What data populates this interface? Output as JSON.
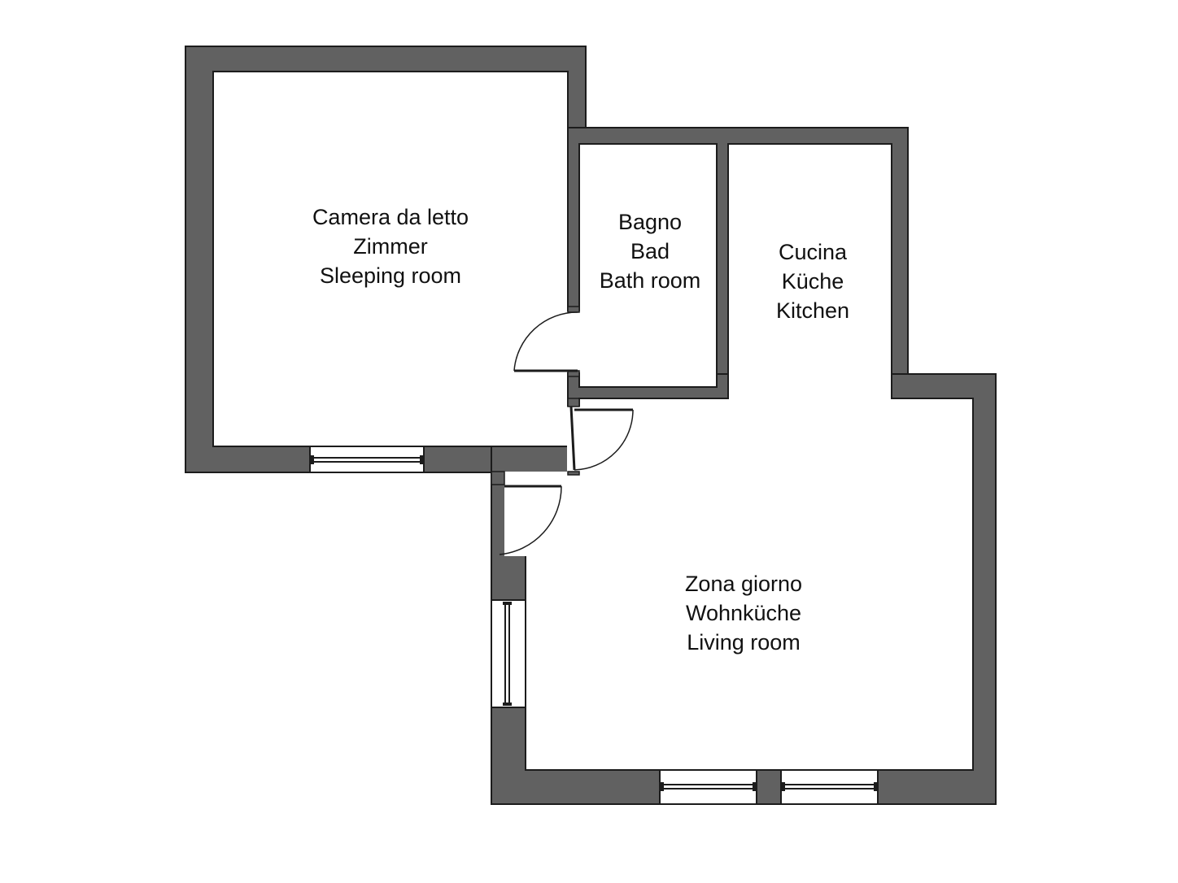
{
  "rooms": {
    "bedroom": {
      "line1": "Camera da letto",
      "line2": "Zimmer",
      "line3": "Sleeping room"
    },
    "bathroom": {
      "line1": "Bagno",
      "line2": "Bad",
      "line3": "Bath room"
    },
    "kitchen": {
      "line1": "Cucina",
      "line2": "Küche",
      "line3": "Kitchen"
    },
    "living": {
      "line1": "Zona giorno",
      "line2": "Wohnküche",
      "line3": "Living room"
    }
  },
  "colors": {
    "wall": "#616161",
    "line": "#1c1c1c",
    "background": "#ffffff"
  }
}
